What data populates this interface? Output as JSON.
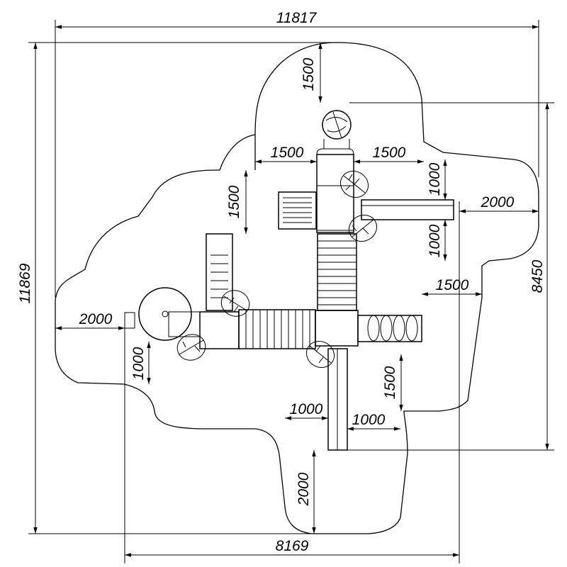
{
  "drawing": {
    "overall_width": "11817",
    "overall_height": "11869",
    "equipment_width": "8169",
    "equipment_height": "8450",
    "zones": {
      "top_clearance": "1500",
      "tower_left": "1500",
      "tower_right": "1500",
      "left_upper": "1500",
      "right_slide_upper": "1000",
      "right_slide_lower": "1000",
      "right_slide_end": "2000",
      "right_tunnel": "1500",
      "left_disc_end": "2000",
      "left_disc_lower": "1000",
      "right_lower": "1500",
      "bottom_left": "1000",
      "bottom_right": "1000",
      "bottom_end": "2000"
    }
  }
}
